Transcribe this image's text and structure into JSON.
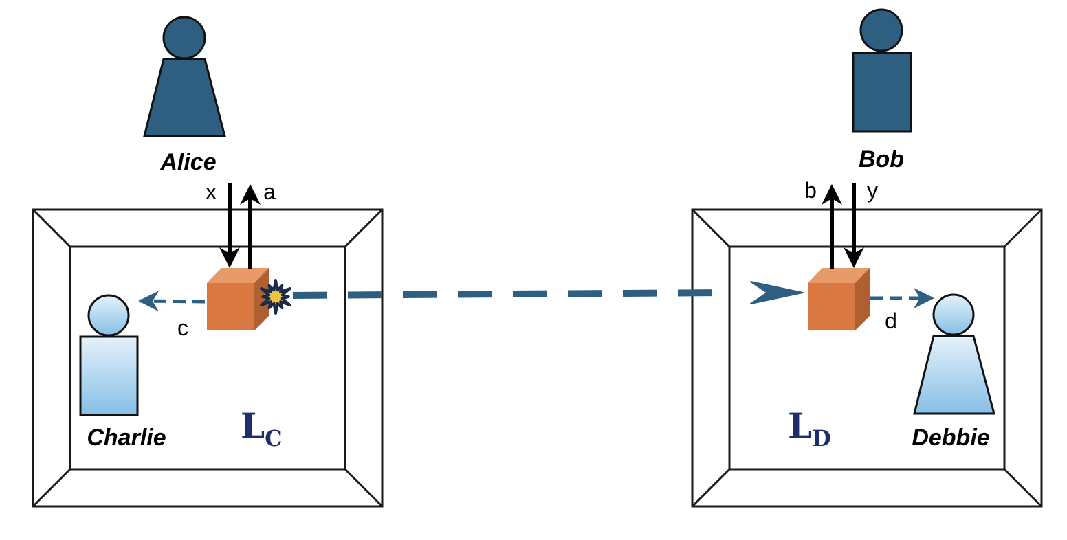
{
  "people": {
    "alice": {
      "name": "Alice"
    },
    "bob": {
      "name": "Bob"
    },
    "charlie": {
      "name": "Charlie"
    },
    "debbie": {
      "name": "Debbie"
    }
  },
  "labs": {
    "left": {
      "main": "L",
      "sub": "C"
    },
    "right": {
      "main": "L",
      "sub": "D"
    }
  },
  "variables": {
    "x": "x",
    "a": "a",
    "b": "b",
    "y": "y",
    "c": "c",
    "d": "d"
  },
  "colors": {
    "person_dark": "#2e5f80",
    "person_light_top": "#e4f2fb",
    "person_light_bottom": "#86bfe6",
    "box_front": "#d97941",
    "box_top": "#e89a69",
    "box_side": "#b05f31",
    "signal": "#2e5f80",
    "lab_label": "#1f2d6b",
    "burst_fill": "#f4c542",
    "burst_outline": "#1c2b4a"
  }
}
